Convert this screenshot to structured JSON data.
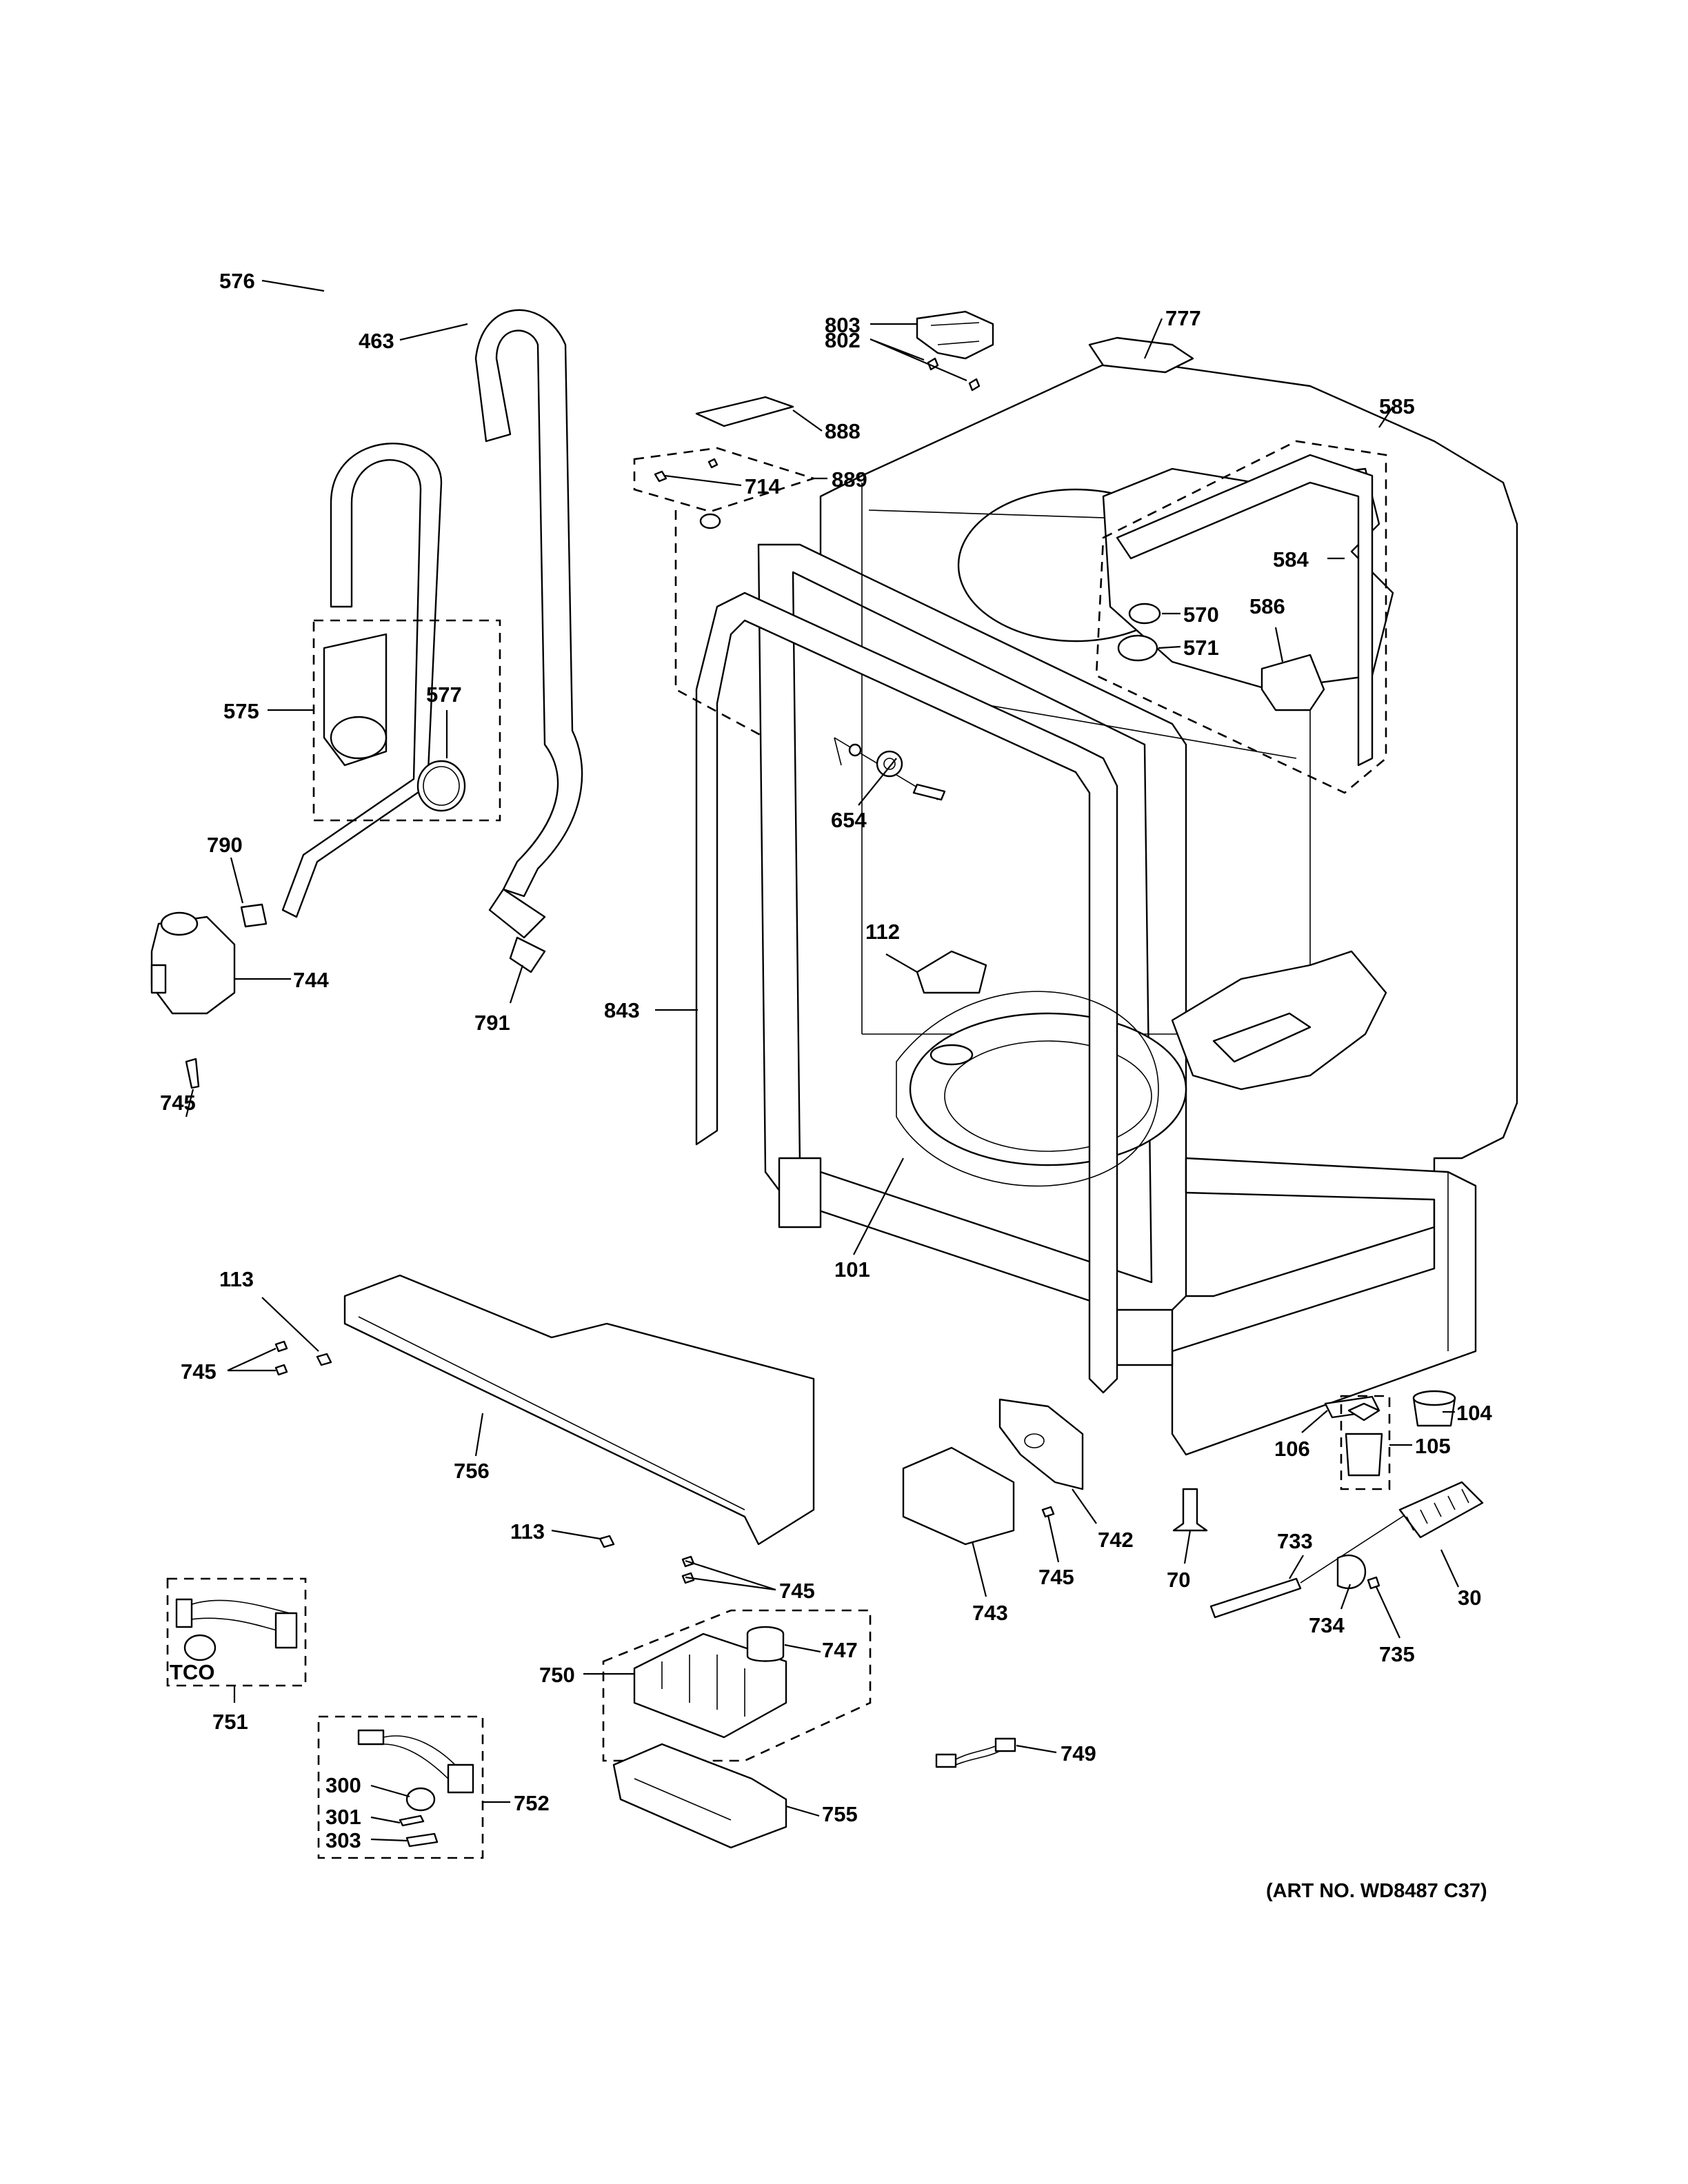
{
  "art_number": "(ART NO. WD8487 C37)",
  "tco_label": "TCO",
  "callouts": {
    "c463": "463",
    "c576": "576",
    "c575": "575",
    "c577": "577",
    "c790": "790",
    "c744": "744",
    "c745a": "745",
    "c791": "791",
    "c803": "803",
    "c802": "802",
    "c777": "777",
    "c888": "888",
    "c714": "714",
    "c889": "889",
    "c585": "585",
    "c584": "584",
    "c570": "570",
    "c571": "571",
    "c586": "586",
    "c654": "654",
    "c112": "112",
    "c843": "843",
    "c101": "101",
    "c113a": "113",
    "c745b": "745",
    "c756": "756",
    "c113b": "113",
    "c745c": "745",
    "c743": "743",
    "c742": "742",
    "c745d": "745",
    "c104": "104",
    "c106": "106",
    "c105": "105",
    "c70": "70",
    "c733": "733",
    "c30": "30",
    "c734": "734",
    "c735": "735",
    "c747": "747",
    "c750": "750",
    "c751": "751",
    "c300": "300",
    "c301": "301",
    "c303": "303",
    "c752": "752",
    "c749": "749",
    "c755": "755"
  }
}
